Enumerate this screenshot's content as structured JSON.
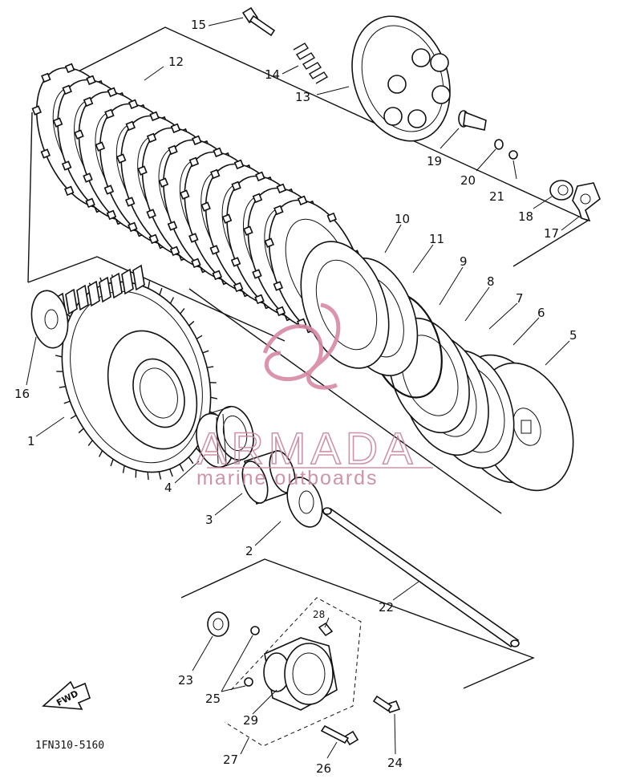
{
  "diagram": {
    "part_numbers": [
      "1",
      "2",
      "3",
      "4",
      "5",
      "6",
      "7",
      "8",
      "9",
      "10",
      "11",
      "12",
      "13",
      "14",
      "15",
      "16",
      "17",
      "18",
      "19",
      "20",
      "21",
      "22",
      "23",
      "24",
      "25",
      "26",
      "27",
      "28",
      "29"
    ],
    "fwd_label": "FWD",
    "drawing_code": "1FN310-5160",
    "watermark": {
      "brand": "ARMADA",
      "tagline": "marine outboards",
      "brand_color": "#c9899c"
    }
  }
}
